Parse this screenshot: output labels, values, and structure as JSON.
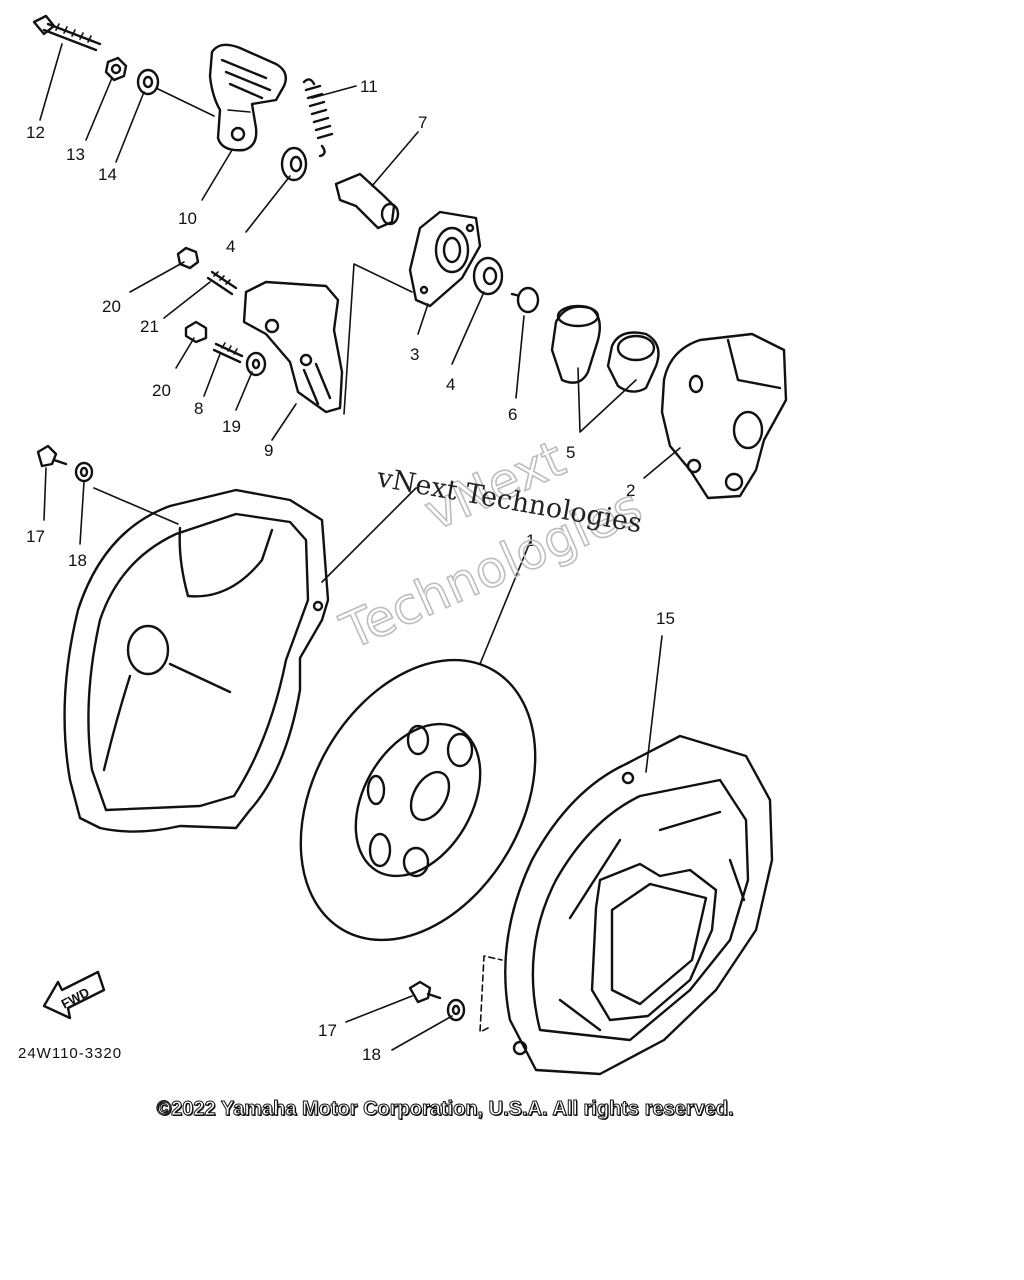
{
  "diagram": {
    "part_code": "24W110-3320",
    "fwd_label": "FWD",
    "callouts": {
      "c1": "1",
      "c2": "2",
      "c3": "3",
      "c4a": "4",
      "c4b": "4",
      "c5": "5",
      "c6": "6",
      "c7": "7",
      "c8": "8",
      "c9": "9",
      "c10": "10",
      "c11": "11",
      "c12": "12",
      "c13": "13",
      "c14": "14",
      "c15": "15",
      "c17a": "17",
      "c17b": "17",
      "c18a": "18",
      "c18b": "18",
      "c19": "19",
      "c20a": "20",
      "c20b": "20",
      "c21": "21"
    }
  },
  "watermark": {
    "line": "vNext Technologies",
    "outline_word1": "vNext",
    "outline_word2": "Technologies"
  },
  "copyright": "©2022 Yamaha Motor Corporation, U.S.A. All rights reserved."
}
